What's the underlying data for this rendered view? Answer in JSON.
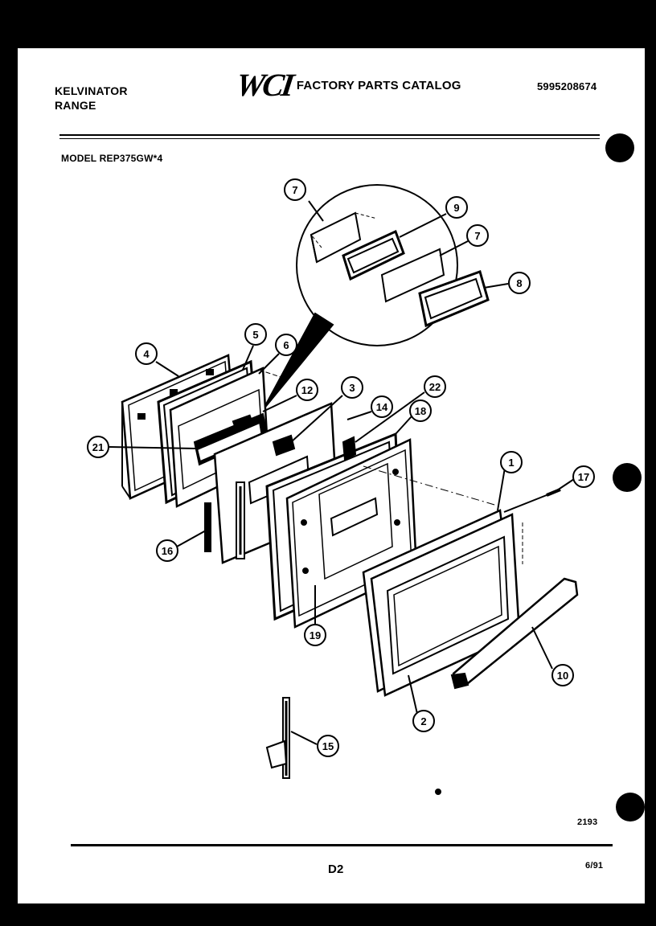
{
  "header": {
    "brand_line1": "KELVINATOR",
    "brand_line2": "RANGE",
    "logo_text": "WCI",
    "catalog_title": "FACTORY PARTS CATALOG",
    "part_number": "5995208674"
  },
  "model": "MODEL REP375GW*4",
  "callouts": {
    "c1": "1",
    "c2": "2",
    "c3": "3",
    "c4": "4",
    "c5": "5",
    "c6": "6",
    "c7a": "7",
    "c7b": "7",
    "c8": "8",
    "c9": "9",
    "c10": "10",
    "c12": "12",
    "c14": "14",
    "c15": "15",
    "c16": "16",
    "c17": "17",
    "c18": "18",
    "c19": "19",
    "c21": "21",
    "c22": "22"
  },
  "footer": {
    "ref_number": "2193",
    "page_code": "D2",
    "date": "6/91"
  },
  "colors": {
    "ink": "#000000",
    "paper": "#ffffff",
    "background": "#000000"
  }
}
